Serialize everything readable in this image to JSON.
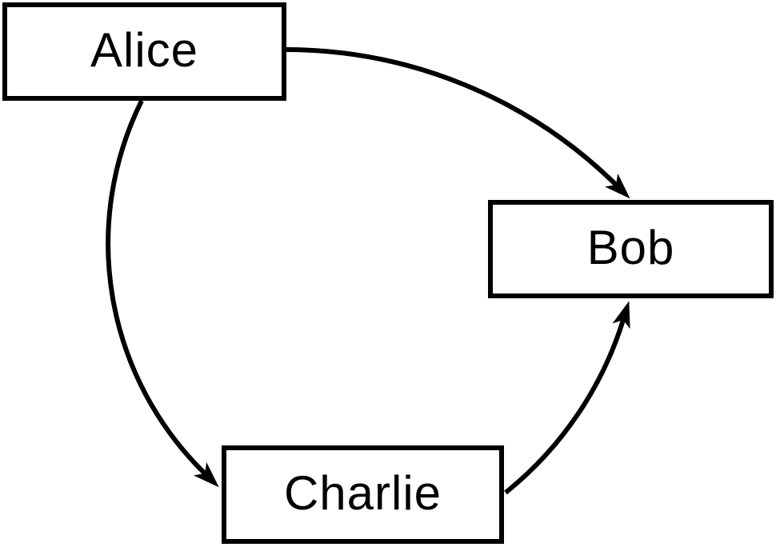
{
  "diagram": {
    "title": "",
    "nodes": [
      {
        "id": "alice",
        "label": "Alice"
      },
      {
        "id": "bob",
        "label": "Bob"
      },
      {
        "id": "charlie",
        "label": "Charlie"
      }
    ],
    "edges": [
      {
        "from": "Alice",
        "to": "Bob",
        "style": "curved-arrow"
      },
      {
        "from": "Alice",
        "to": "Charlie",
        "style": "curved-arrow"
      },
      {
        "from": "Charlie",
        "to": "Bob",
        "style": "curved-arrow"
      }
    ],
    "colors": {
      "background": "#ffffff",
      "node_fill": "#ffffff",
      "node_border": "#000000",
      "edge": "#000000",
      "text": "#000000"
    }
  }
}
